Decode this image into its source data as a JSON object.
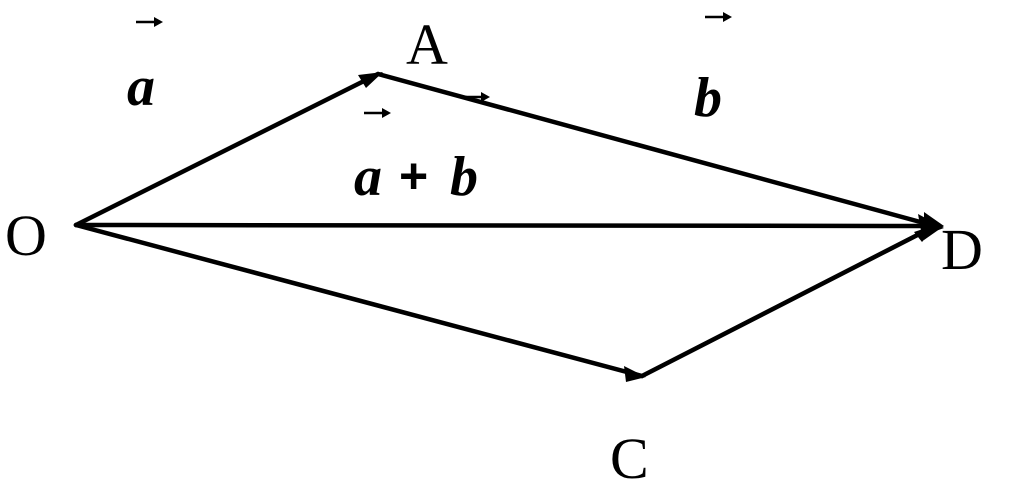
{
  "points": {
    "O": "O",
    "A": "A",
    "C": "C",
    "D": "D"
  },
  "vectors": {
    "a": "a",
    "b": "b",
    "sum_a": "a",
    "sum_plus": "+",
    "sum_b": "b"
  },
  "colors": {
    "stroke": "#000000",
    "background": "#ffffff"
  }
}
